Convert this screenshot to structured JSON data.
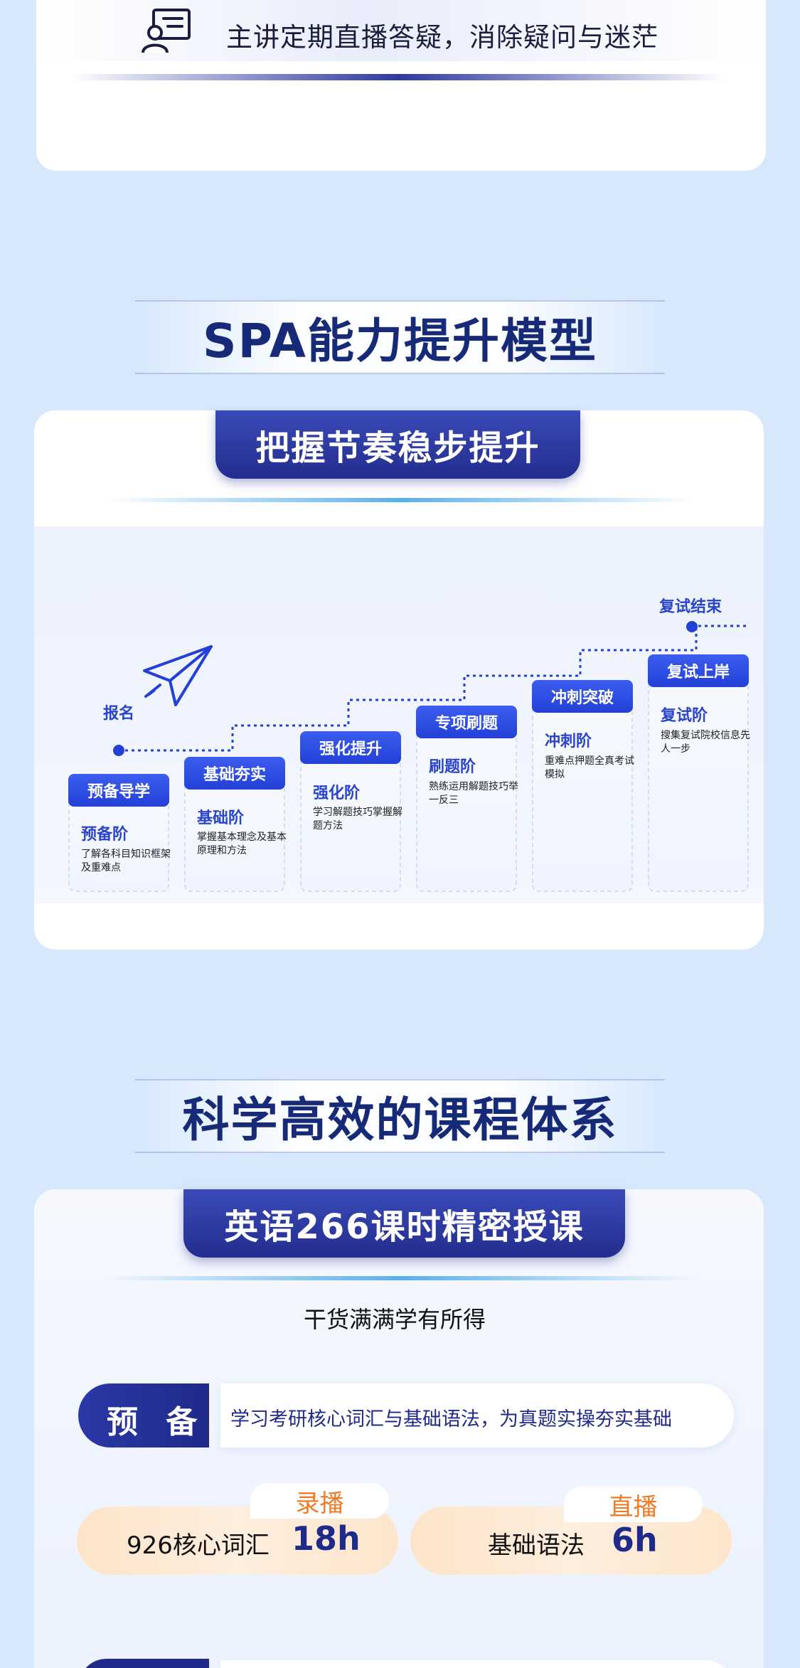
{
  "intro": {
    "qa_text": "主讲定期直播答疑，消除疑问与迷茫"
  },
  "spa": {
    "section_title": "SPA能力提升模型",
    "tab_title": "把握节奏稳步提升",
    "start_label": "报名",
    "end_label": "复试结束",
    "steps": [
      {
        "tag": "预备导学",
        "name": "预备阶",
        "desc": "了解各科目知识框架及重难点"
      },
      {
        "tag": "基础夯实",
        "name": "基础阶",
        "desc": "掌握基本理念及基本原理和方法"
      },
      {
        "tag": "强化提升",
        "name": "强化阶",
        "desc": "学习解题技巧掌握解题方法"
      },
      {
        "tag": "专项刷题",
        "name": "刷题阶",
        "desc": "熟练运用解题技巧举一反三"
      },
      {
        "tag": "冲刺突破",
        "name": "冲刺阶",
        "desc": "重难点押题全真考试模拟"
      },
      {
        "tag": "复试上岸",
        "name": "复试阶",
        "desc": "搜集复试院校信息先人一步"
      }
    ]
  },
  "course": {
    "section_title": "科学高效的课程体系",
    "tab_title": "英语266课时精密授课",
    "subtitle": "干货满满学有所得",
    "phase": {
      "label": "预 备",
      "desc": "学习考研核心词汇与基础语法，为真题实操夯实基础"
    },
    "lessons": [
      {
        "badge": "录播",
        "name": "926核心词汇",
        "hours": "18h"
      },
      {
        "badge": "直播",
        "name": "基础语法",
        "hours": "6h"
      }
    ]
  },
  "colors": {
    "background": "#d7e8fd",
    "navy": "#1f2a8a",
    "step_blue": "#2340d6",
    "badge_orange": "#f07a25"
  }
}
